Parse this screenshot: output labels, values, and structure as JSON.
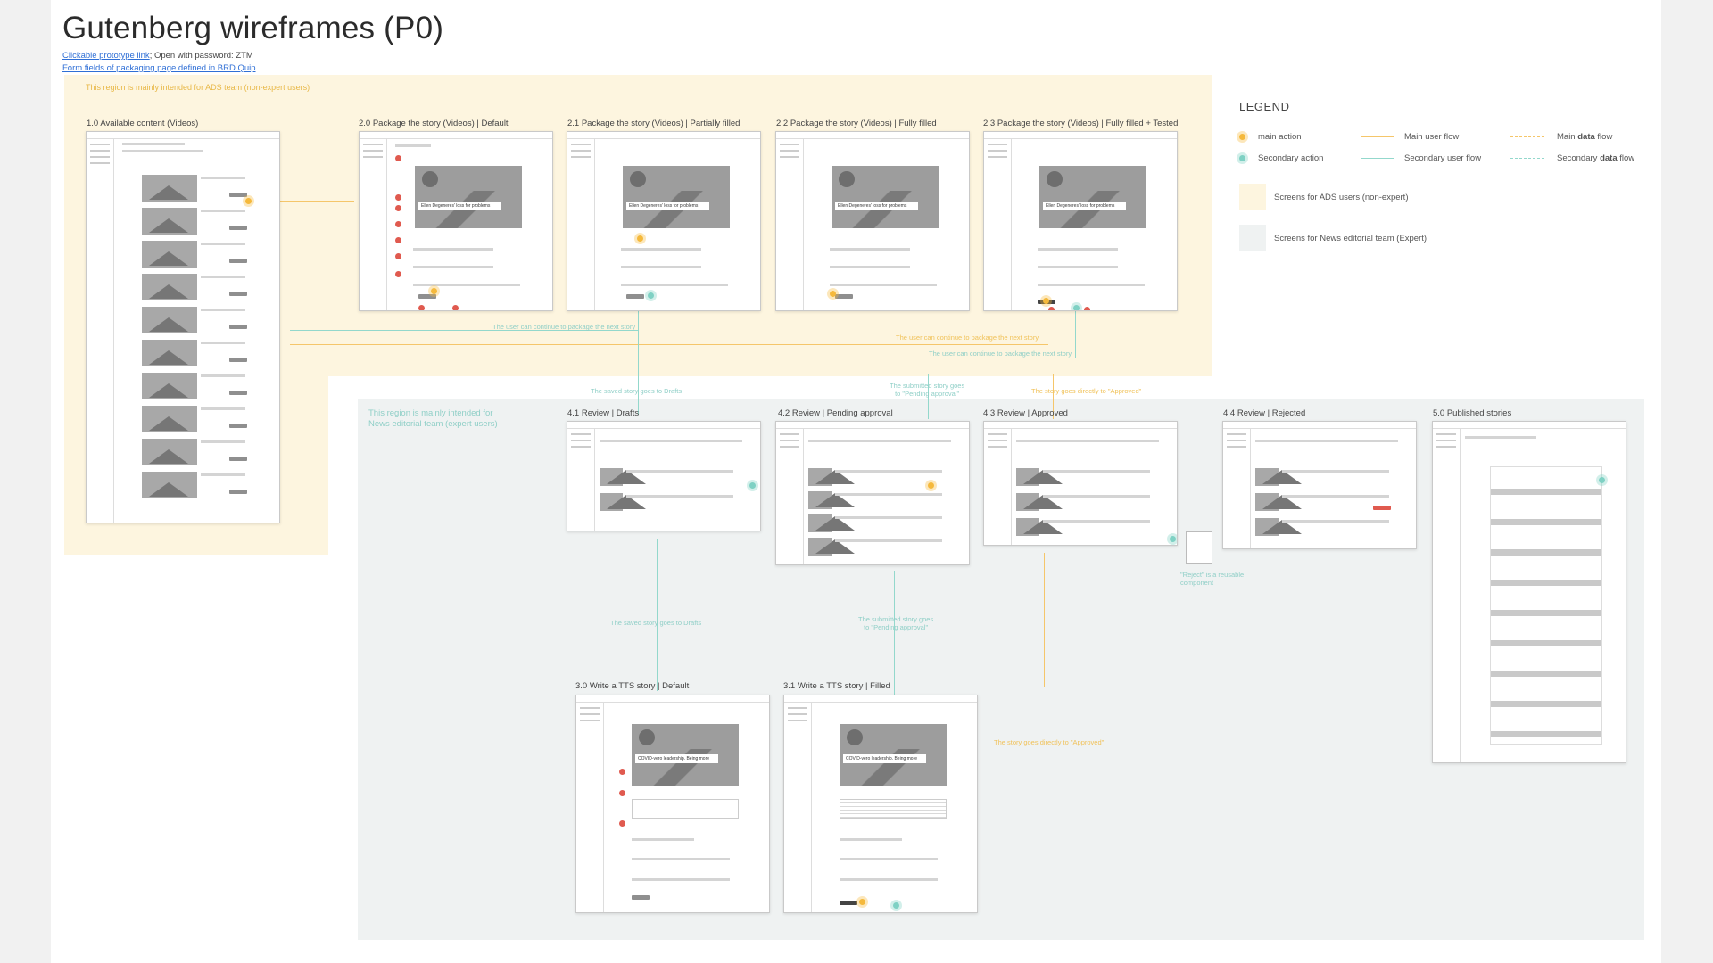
{
  "title": "Gutenberg wireframes (P0)",
  "links": {
    "prototype_link": "Clickable prototype link",
    "prototype_note": "; Open with password: ZTM",
    "form_fields_link": "Form fields of packaging page defined in BRD Quip"
  },
  "regions": {
    "ads_label": "This region is mainly intended for ADS team (non-expert users)",
    "news_label_line1": "This region is mainly intended for",
    "news_label_line2": "News editorial team (expert users)"
  },
  "screens": {
    "s10": "1.0 Available content (Videos)",
    "s20": "2.0 Package the story (Videos) | Default",
    "s21": "2.1 Package the story (Videos) | Partially filled",
    "s22": "2.2 Package the story (Videos) | Fully filled",
    "s23": "2.3 Package the story (Videos) | Fully filled + Tested",
    "s41": "4.1 Review | Drafts",
    "s42": "4.2 Review | Pending approval",
    "s43": "4.3 Review | Approved",
    "s44": "4.4 Review | Rejected",
    "s50": "5.0 Published stories",
    "s30": "3.0 Write a TTS story | Default",
    "s31": "3.1 Write a TTS story | Filled"
  },
  "notes": {
    "continue1": "The user can continue to package the next story",
    "continue2": "The user can continue to package the next story",
    "continue3": "The user can continue to package the next story",
    "saved_drafts": "The saved story goes  to Drafts",
    "submitted_l1": "The submitted story goes",
    "submitted_l2": "to \"Pending approval\"",
    "approved": "The story goes directly to \"Approved\"",
    "saved_drafts2": "The saved story goes  to Drafts",
    "submitted2_l1": "The submitted story goes",
    "submitted2_l2": "to \"Pending approval\"",
    "approved2": "The story goes directly to \"Approved\"",
    "reject_l1": "\"Reject\" is a reusable",
    "reject_l2": "component"
  },
  "legend": {
    "title": "LEGEND",
    "main_action": "main action",
    "secondary_action": "Secondary action",
    "main_user_flow": "Main user flow",
    "secondary_user_flow": "Secondary user flow",
    "main_data_flow_a": "Main ",
    "main_data_flow_b": "data",
    "main_data_flow_c": " flow",
    "secondary_data_flow_a": "Secondary ",
    "secondary_data_flow_b": "data",
    "secondary_data_flow_c": " flow",
    "ads_screens": "Screens for ADS users (non-expert)",
    "news_screens": "Screens for News editorial team (Expert)"
  },
  "colors": {
    "main": "#f5b93c",
    "secondary": "#7fd1c4",
    "ads_zone": "#fdf5df",
    "news_zone": "#eff2f2",
    "required_marker": "#e05a4f"
  },
  "wireframe_text": {
    "s20_caption": "Ellen Degeneres' loss for problems",
    "s21_caption": "Ellen Degeneres' loss for problems",
    "s22_caption": "Ellen Degeneres' loss for problems",
    "s23_caption": "Ellen Degeneres' loss for problems",
    "s30_caption": "COVID-vero leadership. Being more",
    "s31_caption": "COVID-vero leadership. Being more"
  }
}
